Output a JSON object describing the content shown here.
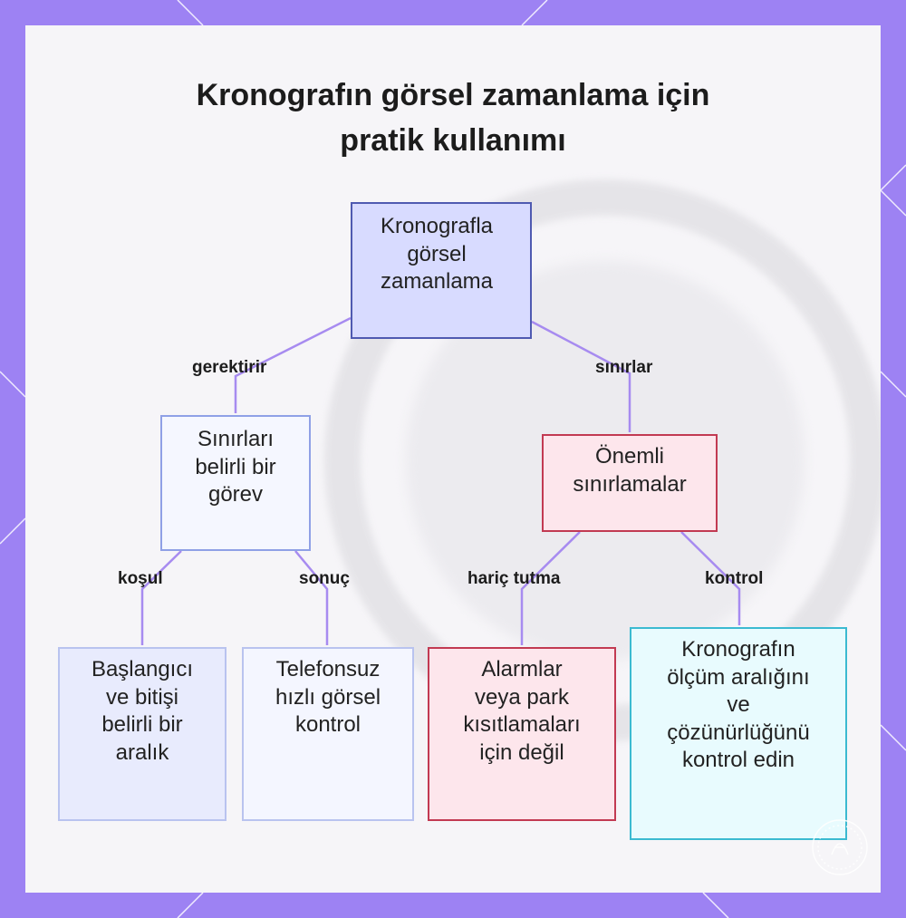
{
  "diagram": {
    "title_lines": [
      "Kronografın görsel zamanlama için",
      "pratik kullanımı"
    ],
    "nodes": {
      "root": "Kronografla\ngörsel\nzamanlama",
      "task": "Sınırları\nbelirli bir\ngörev",
      "critical": "Önemli\nsınırlamalar",
      "condition": "Başlangıcı\nve bitişi\nbelirli bir\naralık",
      "result": "Telefonsuz\nhızlı görsel\nkontrol",
      "exclusion": "Alarmlar\nveya park\nkısıtlamaları\niçin değil",
      "control": "Kronografın\nölçüm aralığını\nve\nçözünürlüğünü\nkontrol edin"
    },
    "edges": {
      "requires": "gerektirir",
      "limits": "sınırlar",
      "condition": "koşul",
      "result": "sonuç",
      "exclusion": "hariç tutma",
      "control": "kontrol"
    },
    "colors": {
      "frame": "#9d82f3",
      "edge": "#a78bf0",
      "root_fill": "#d8dbff",
      "root_border": "#4f5ab1",
      "critical_border": "#c23a52",
      "control_border": "#3bbad1"
    }
  }
}
